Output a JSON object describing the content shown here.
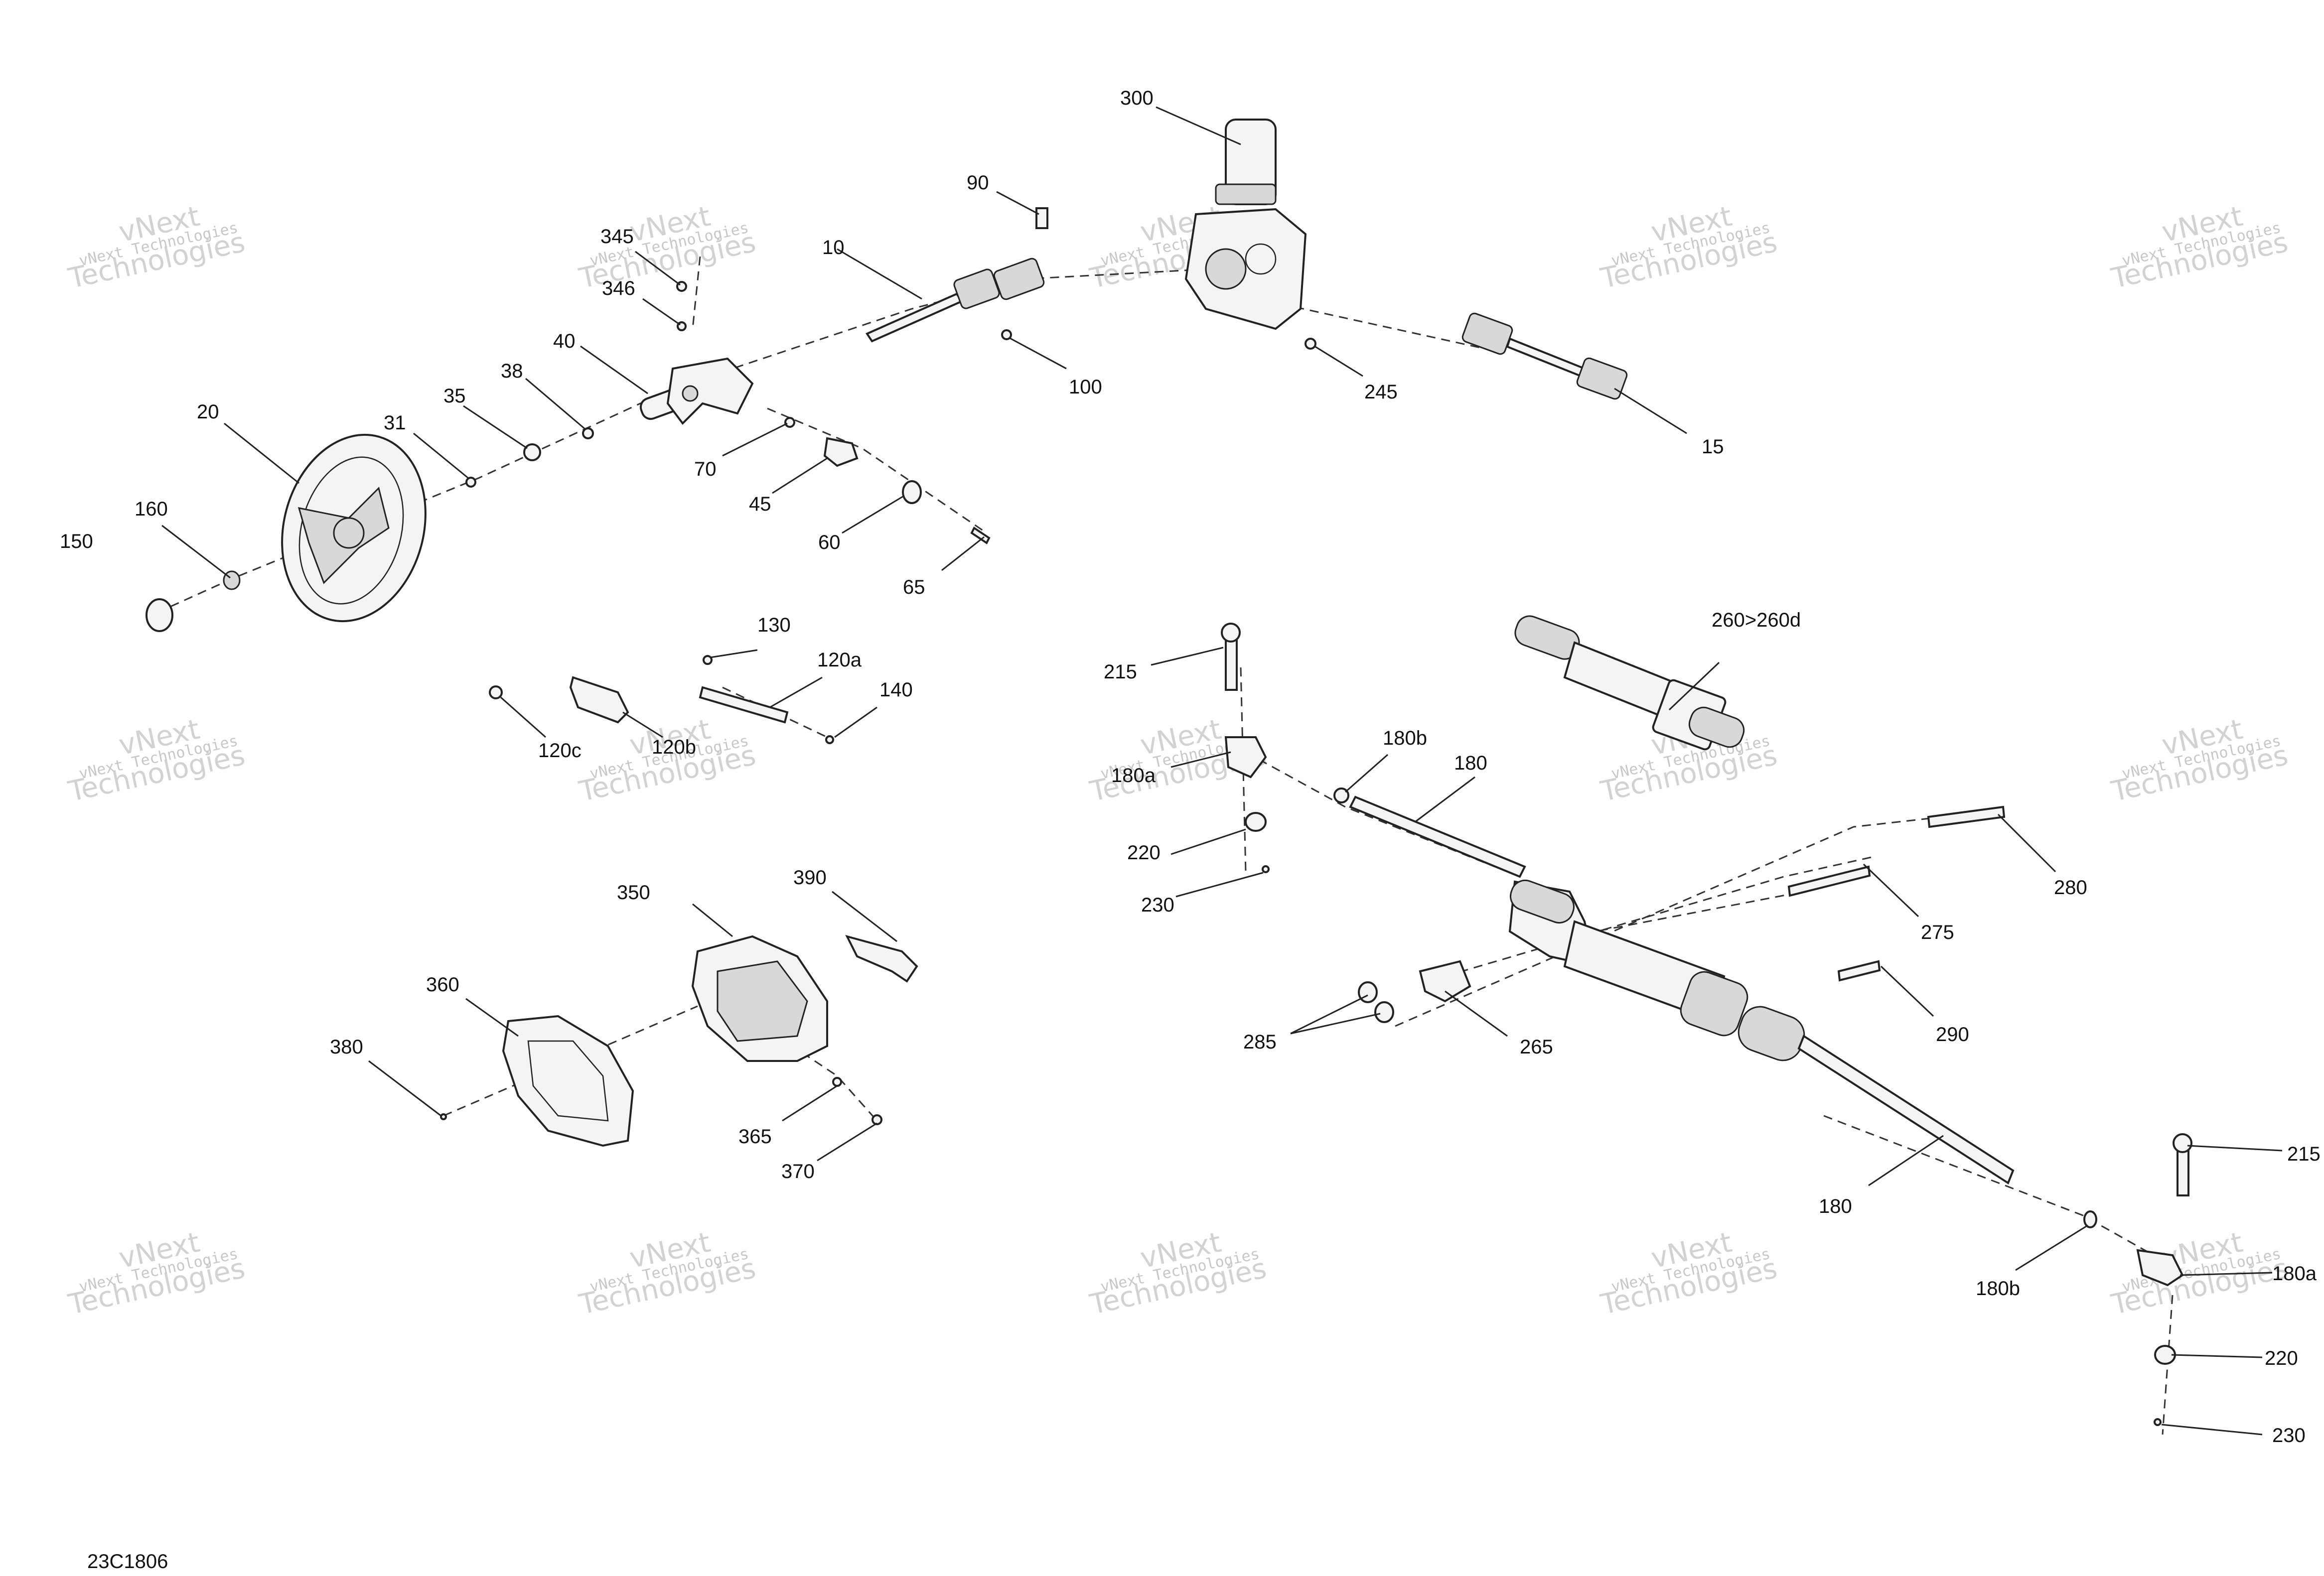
{
  "diagram": {
    "code": "23C1806",
    "watermark": {
      "line1": "vNext Technologies",
      "line2": "vNext\nTechnologies"
    },
    "labels": [
      "300",
      "90",
      "10",
      "345",
      "346",
      "40",
      "38",
      "35",
      "31",
      "20",
      "160",
      "150",
      "100",
      "245",
      "15",
      "70",
      "45",
      "60",
      "65",
      "130",
      "120a",
      "140",
      "120c",
      "120b",
      "215",
      "180a",
      "180b",
      "180",
      "220",
      "230",
      "260>260d",
      "280",
      "275",
      "290",
      "265",
      "285",
      "350",
      "390",
      "360",
      "380",
      "365",
      "370",
      "180",
      "180b",
      "215",
      "180a",
      "220",
      "230"
    ]
  }
}
